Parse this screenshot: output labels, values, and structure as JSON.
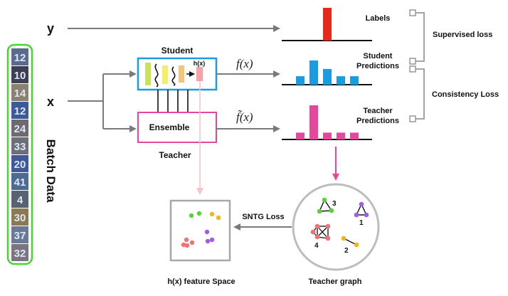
{
  "inputs": {
    "y": "y",
    "x": "x"
  },
  "batch": {
    "title": "Batch Data",
    "digits": [
      "12",
      "10",
      "14",
      "12",
      "24",
      "33",
      "20",
      "41",
      "4",
      "30",
      "37",
      "32"
    ]
  },
  "student": {
    "title": "Student",
    "feature": "h(x)",
    "output": "f(x)"
  },
  "teacher": {
    "box": "Ensemble",
    "title": "Teacher",
    "output": "f̃(x)"
  },
  "right": {
    "labels": "Labels",
    "student_pred": [
      "Student",
      "Predictions"
    ],
    "teacher_pred": [
      "Teacher",
      "Predictions"
    ],
    "supervised": "Supervised loss",
    "consistency": "Consistency Loss"
  },
  "bottom": {
    "sntg": "SNTG Loss",
    "feature_space": "h(x) feature Space",
    "teacher_graph": "Teacher graph",
    "cluster_labels": [
      "3",
      "1",
      "4",
      "2"
    ]
  },
  "bars": {
    "labels": [
      0,
      0,
      1,
      0,
      0
    ],
    "student": [
      0.35,
      1.0,
      0.65,
      0.35,
      0.35
    ],
    "teacher": [
      0.2,
      1.0,
      0.2,
      0.2,
      0.2
    ]
  },
  "colors": {
    "green": "#44d62c",
    "student_blue": "#1a9de0",
    "teacher_pink": "#e6479b",
    "label_red": "#e62a1a",
    "arrow_gray": "#7a7a7a",
    "light_pink": "#f7c3cb",
    "dot_green": "#5ad13a",
    "dot_yellow": "#f2b41b",
    "dot_purple": "#a35ae6",
    "dot_salmon": "#f07272"
  }
}
